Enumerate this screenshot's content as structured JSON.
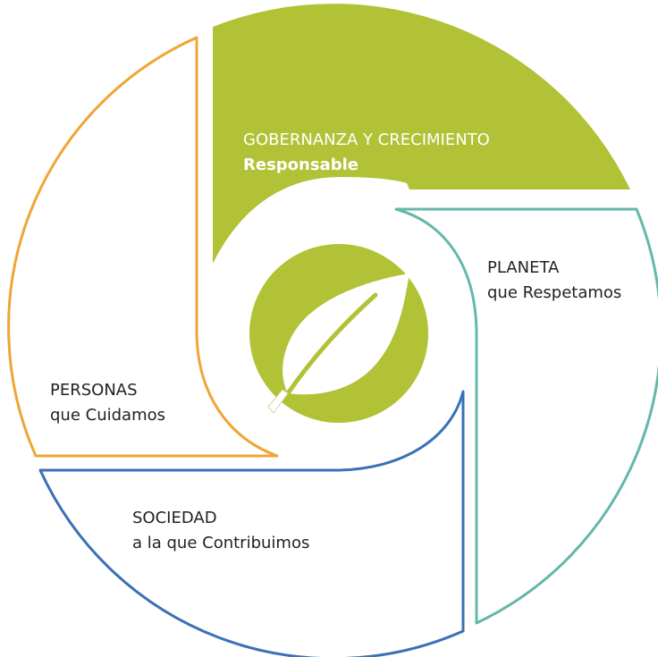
{
  "colors": {
    "green": "#b2c236",
    "teal": "#64b7aa",
    "blue": "#3a70b6",
    "orange": "#f0a535",
    "text": "#222222",
    "white": "#ffffff"
  },
  "segments": {
    "governance": {
      "title": "GOBERNANZA Y CRECIMIENTO",
      "subtitle": "Responsable"
    },
    "planet": {
      "title": "PLANETA",
      "subtitle": "que Respetamos"
    },
    "society": {
      "title": "SOCIEDAD",
      "subtitle": "a la que Contribuimos"
    },
    "people": {
      "title": "PERSONAS",
      "subtitle": "que Cuidamos"
    }
  },
  "center": {
    "icon": "leaf-icon"
  }
}
